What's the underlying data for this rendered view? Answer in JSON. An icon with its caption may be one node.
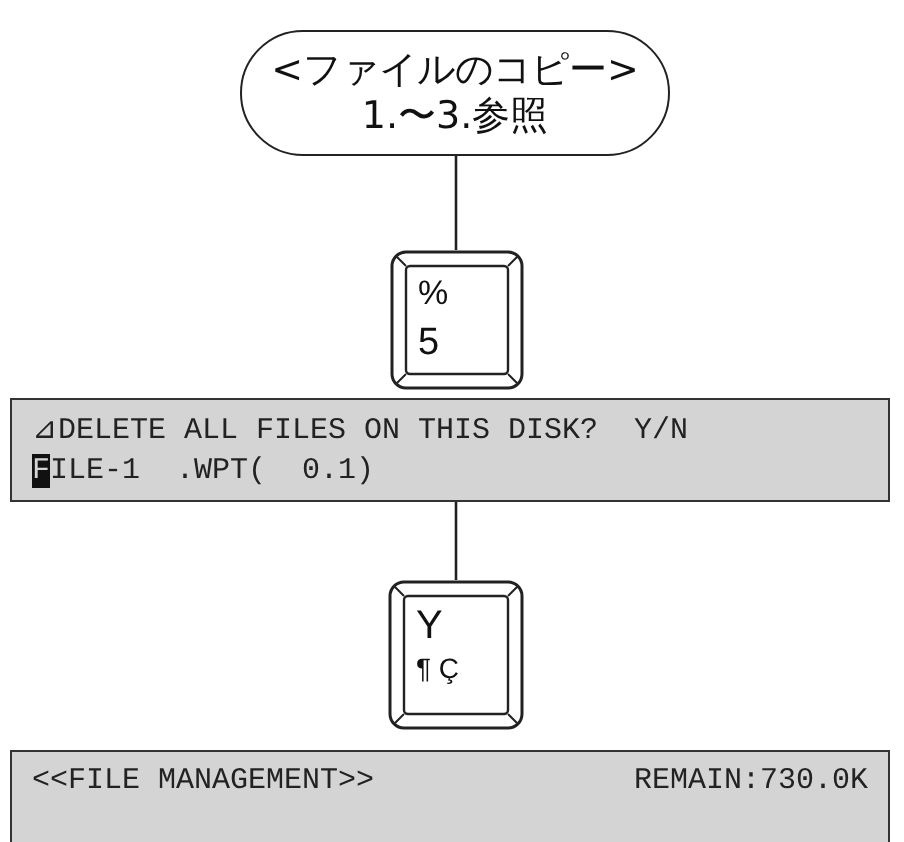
{
  "diagram": {
    "nodes": [
      {
        "text": [
          "<ファイルのコピー>",
          "1.〜3.参照"
        ]
      },
      {
        "text": [
          "%",
          "5"
        ]
      },
      {
        "text": [
          "⊿DELETE ALL FILES ON THIS DISK?  Y/N",
          "FILE-1  .WPT(  0.1)"
        ]
      },
      {
        "text": [
          "Y",
          "¶ Ç"
        ]
      },
      {
        "text": [
          "<<FILE MANAGEMENT>>",
          "REMAIN:730.0K"
        ]
      }
    ],
    "edges": [
      {
        "from": 0,
        "to": 1,
        "arrow": "none"
      },
      {
        "from": 2,
        "to": 3,
        "arrow": "none"
      }
    ]
  }
}
